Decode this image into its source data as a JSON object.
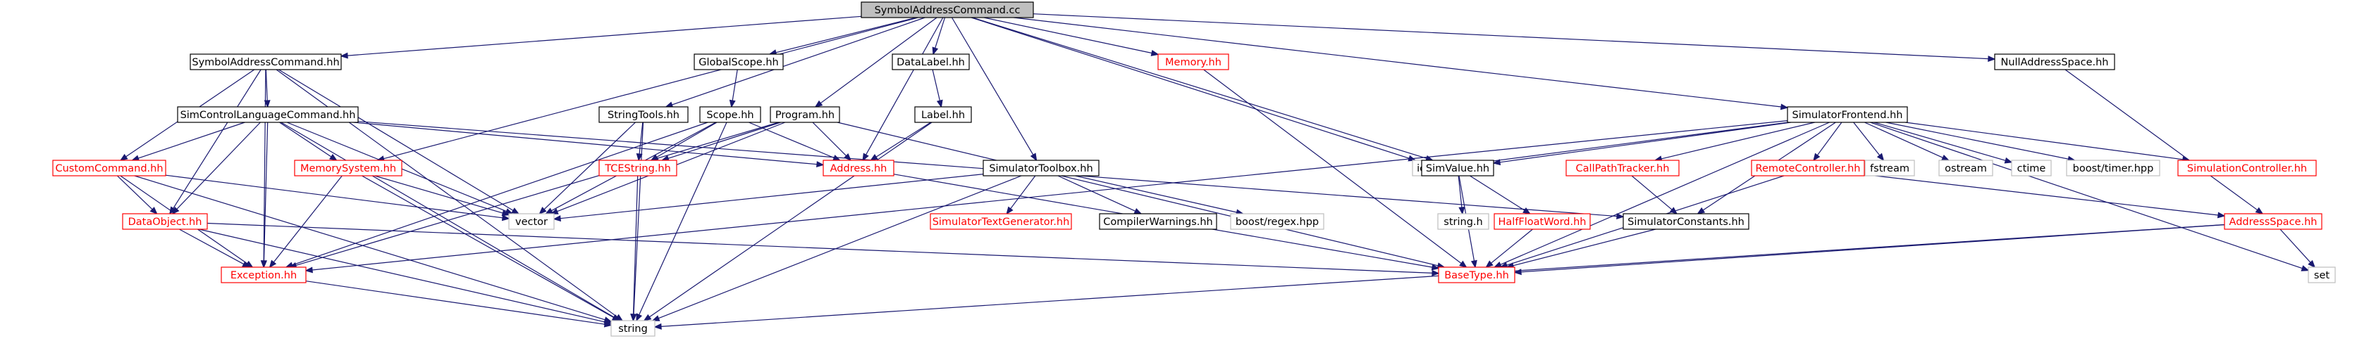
{
  "graph": {
    "nodes": [
      {
        "id": "root",
        "label": "SymbolAddressCommand.cc",
        "style": "root"
      },
      {
        "id": "sach",
        "label": "SymbolAddressCommand.hh",
        "style": "normal"
      },
      {
        "id": "globalscope",
        "label": "GlobalScope.hh",
        "style": "normal"
      },
      {
        "id": "datalabel",
        "label": "DataLabel.hh",
        "style": "normal"
      },
      {
        "id": "memory",
        "label": "Memory.hh",
        "style": "red"
      },
      {
        "id": "nulladdr",
        "label": "NullAddressSpace.hh",
        "style": "normal"
      },
      {
        "id": "scl",
        "label": "SimControlLanguageCommand.hh",
        "style": "normal"
      },
      {
        "id": "stringtools",
        "label": "StringTools.hh",
        "style": "normal"
      },
      {
        "id": "scope",
        "label": "Scope.hh",
        "style": "normal"
      },
      {
        "id": "program",
        "label": "Program.hh",
        "style": "normal"
      },
      {
        "id": "label",
        "label": "Label.hh",
        "style": "normal"
      },
      {
        "id": "simfront",
        "label": "SimulatorFrontend.hh",
        "style": "normal"
      },
      {
        "id": "customcmd",
        "label": "CustomCommand.hh",
        "style": "red"
      },
      {
        "id": "memsys",
        "label": "MemorySystem.hh",
        "style": "red"
      },
      {
        "id": "tcestring",
        "label": "TCEString.hh",
        "style": "red"
      },
      {
        "id": "address",
        "label": "Address.hh",
        "style": "red"
      },
      {
        "id": "simtoolbox",
        "label": "SimulatorToolbox.hh",
        "style": "normal"
      },
      {
        "id": "iostream",
        "label": "iostream",
        "style": "gray"
      },
      {
        "id": "simvalue",
        "label": "SimValue.hh",
        "style": "normal"
      },
      {
        "id": "calltracker",
        "label": "CallPathTracker.hh",
        "style": "red"
      },
      {
        "id": "fstream",
        "label": "fstream",
        "style": "gray"
      },
      {
        "id": "ostream",
        "label": "ostream",
        "style": "gray"
      },
      {
        "id": "ctime",
        "label": "ctime",
        "style": "gray"
      },
      {
        "id": "boosttimer",
        "label": "boost/timer.hpp",
        "style": "gray"
      },
      {
        "id": "simctrl",
        "label": "SimulationController.hh",
        "style": "red"
      },
      {
        "id": "remotectrl",
        "label": "RemoteController.hh",
        "style": "red"
      },
      {
        "id": "dataobject",
        "label": "DataObject.hh",
        "style": "red"
      },
      {
        "id": "vector",
        "label": "vector",
        "style": "gray"
      },
      {
        "id": "simtextgen",
        "label": "SimulatorTextGenerator.hh",
        "style": "red"
      },
      {
        "id": "compilerwarn",
        "label": "CompilerWarnings.hh",
        "style": "normal"
      },
      {
        "id": "boostregex",
        "label": "boost/regex.hpp",
        "style": "gray"
      },
      {
        "id": "stringh",
        "label": "string.h",
        "style": "gray"
      },
      {
        "id": "halffloat",
        "label": "HalfFloatWord.hh",
        "style": "red"
      },
      {
        "id": "simconst",
        "label": "SimulatorConstants.hh",
        "style": "normal"
      },
      {
        "id": "addrspace",
        "label": "AddressSpace.hh",
        "style": "red"
      },
      {
        "id": "exception",
        "label": "Exception.hh",
        "style": "red"
      },
      {
        "id": "basetype",
        "label": "BaseType.hh",
        "style": "red"
      },
      {
        "id": "set",
        "label": "set",
        "style": "gray"
      },
      {
        "id": "string",
        "label": "string",
        "style": "gray"
      }
    ],
    "edges": [
      [
        "root",
        "sach"
      ],
      [
        "root",
        "globalscope"
      ],
      [
        "root",
        "datalabel"
      ],
      [
        "root",
        "memory"
      ],
      [
        "root",
        "nulladdr"
      ],
      [
        "root",
        "stringtools"
      ],
      [
        "root",
        "program"
      ],
      [
        "root",
        "address"
      ],
      [
        "root",
        "simtoolbox"
      ],
      [
        "root",
        "iostream"
      ],
      [
        "root",
        "simvalue"
      ],
      [
        "root",
        "simfront"
      ],
      [
        "root",
        "memsys"
      ],
      [
        "sach",
        "scl"
      ],
      [
        "sach",
        "customcmd"
      ],
      [
        "sach",
        "dataobject"
      ],
      [
        "sach",
        "vector"
      ],
      [
        "sach",
        "string"
      ],
      [
        "sach",
        "exception"
      ],
      [
        "scl",
        "customcmd"
      ],
      [
        "scl",
        "memsys"
      ],
      [
        "scl",
        "dataobject"
      ],
      [
        "scl",
        "exception"
      ],
      [
        "scl",
        "vector"
      ],
      [
        "scl",
        "string"
      ],
      [
        "scl",
        "address"
      ],
      [
        "scl",
        "simconst"
      ],
      [
        "customcmd",
        "dataobject"
      ],
      [
        "customcmd",
        "exception"
      ],
      [
        "customcmd",
        "vector"
      ],
      [
        "customcmd",
        "string"
      ],
      [
        "dataobject",
        "exception"
      ],
      [
        "dataobject",
        "basetype"
      ],
      [
        "dataobject",
        "string"
      ],
      [
        "memsys",
        "exception"
      ],
      [
        "memsys",
        "vector"
      ],
      [
        "memsys",
        "string"
      ],
      [
        "globalscope",
        "scope"
      ],
      [
        "scope",
        "address"
      ],
      [
        "scope",
        "tcestring"
      ],
      [
        "scope",
        "vector"
      ],
      [
        "scope",
        "string"
      ],
      [
        "scope",
        "exception"
      ],
      [
        "stringtools",
        "tcestring"
      ],
      [
        "stringtools",
        "vector"
      ],
      [
        "stringtools",
        "string"
      ],
      [
        "tcestring",
        "string"
      ],
      [
        "datalabel",
        "label"
      ],
      [
        "label",
        "address"
      ],
      [
        "label",
        "string"
      ],
      [
        "program",
        "address"
      ],
      [
        "program",
        "exception"
      ],
      [
        "program",
        "vector"
      ],
      [
        "program",
        "tcestring"
      ],
      [
        "program",
        "basetype"
      ],
      [
        "address",
        "basetype"
      ],
      [
        "memory",
        "basetype"
      ],
      [
        "nulladdr",
        "addrspace"
      ],
      [
        "simtoolbox",
        "simtextgen"
      ],
      [
        "simtoolbox",
        "compilerwarn"
      ],
      [
        "simtoolbox",
        "boostregex"
      ],
      [
        "simtoolbox",
        "vector"
      ],
      [
        "simtoolbox",
        "string"
      ],
      [
        "simfront",
        "iostream"
      ],
      [
        "simfront",
        "simvalue"
      ],
      [
        "simfront",
        "calltracker"
      ],
      [
        "simfront",
        "fstream"
      ],
      [
        "simfront",
        "ostream"
      ],
      [
        "simfront",
        "ctime"
      ],
      [
        "simfront",
        "boosttimer"
      ],
      [
        "simfront",
        "simctrl"
      ],
      [
        "simfront",
        "remotectrl"
      ],
      [
        "simfront",
        "simconst"
      ],
      [
        "simfront",
        "basetype"
      ],
      [
        "simfront",
        "exception"
      ],
      [
        "simfront",
        "set"
      ],
      [
        "simvalue",
        "stringh"
      ],
      [
        "simvalue",
        "halffloat"
      ],
      [
        "simvalue",
        "basetype"
      ],
      [
        "halffloat",
        "basetype"
      ],
      [
        "calltracker",
        "simconst"
      ],
      [
        "remotectrl",
        "basetype"
      ],
      [
        "remotectrl",
        "addrspace"
      ],
      [
        "simconst",
        "basetype"
      ],
      [
        "addrspace",
        "basetype"
      ],
      [
        "addrspace",
        "set"
      ],
      [
        "addrspace",
        "string"
      ],
      [
        "exception",
        "string"
      ]
    ]
  },
  "colors": {
    "edge": "#191970",
    "root_fill": "#bfbfbf",
    "normal_stroke": "#000000",
    "red_stroke": "#ff0000",
    "red_text": "#ff0000",
    "gray_stroke": "#bfbfbf",
    "text": "#000000"
  }
}
